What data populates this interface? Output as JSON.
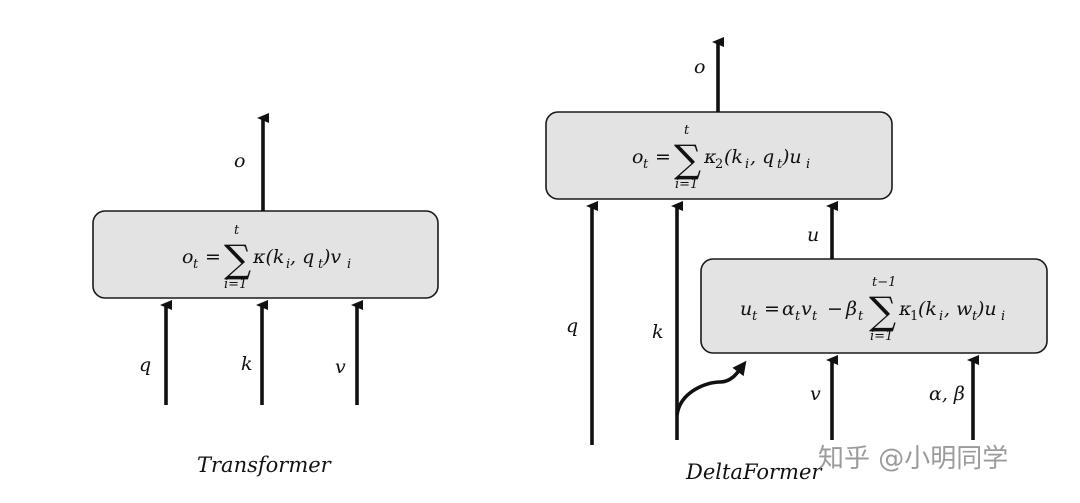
{
  "transformer": {
    "caption": "Transformer",
    "inputs": {
      "q": "q",
      "k": "k",
      "v": "v"
    },
    "output": "o",
    "formula": {
      "lhs": "o",
      "lhs_sub": "t",
      "eq": "=",
      "sum_upper": "t",
      "sum_lower": "i=1",
      "body": "κ(k",
      "body_sub1": "i",
      "body_mid": ", q",
      "body_sub2": "t",
      "body_close": ")v",
      "body_sub3": "i"
    }
  },
  "deltaformer": {
    "caption": "DeltaFormer",
    "inputs": {
      "q": "q",
      "k": "k",
      "v": "v",
      "ab": "α, β"
    },
    "intermediate": "u",
    "output": "o",
    "top_formula": {
      "lhs": "o",
      "lhs_sub": "t",
      "eq": "=",
      "sum_upper": "t",
      "sum_lower": "i=1",
      "kappa": "κ",
      "kappa_sub": "2",
      "args_open": "(k",
      "args_sub1": "i",
      "args_mid": ", q",
      "args_sub2": "t",
      "args_close": ")u",
      "args_sub3": "i"
    },
    "bottom_formula": {
      "lhs": "u",
      "lhs_sub": "t",
      "eq": "=",
      "alpha": "α",
      "alpha_sub": "t",
      "v": "v",
      "v_sub": "t",
      "minus": "−",
      "beta": "β",
      "beta_sub": "t",
      "sum_upper": "t−1",
      "sum_lower": "i=1",
      "kappa": "κ",
      "kappa_sub": "1",
      "args_open": "(k",
      "args_sub1": "i",
      "args_mid": ", w",
      "args_sub2": "t",
      "args_close": ")u",
      "args_sub3": "i"
    }
  },
  "watermark": "知乎 @小明同学"
}
